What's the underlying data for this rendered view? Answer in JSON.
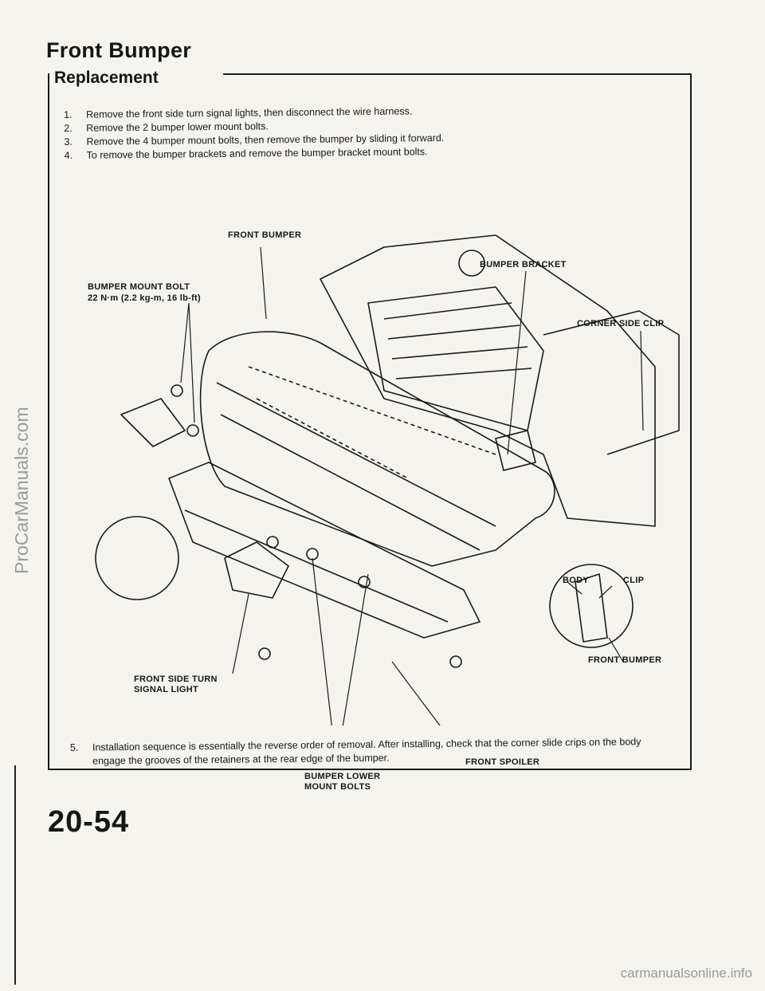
{
  "page": {
    "title": "Front Bumper",
    "section": "Replacement",
    "page_number": "20-54"
  },
  "steps": [
    {
      "num": "1.",
      "text": "Remove the front side turn signal lights, then disconnect the wire harness."
    },
    {
      "num": "2.",
      "text": "Remove the 2 bumper lower mount bolts."
    },
    {
      "num": "3.",
      "text": "Remove the 4 bumper mount bolts, then remove the bumper by sliding it forward."
    },
    {
      "num": "4.",
      "text": "To remove the bumper brackets and remove the bumper bracket mount bolts."
    }
  ],
  "final_step": {
    "num": "5.",
    "text": "Installation sequence is essentially the reverse order of removal. After installing, check that the corner slide crips on the body engage the grooves of the retainers at the rear edge of the bumper."
  },
  "callouts": {
    "front_bumper_top": "FRONT BUMPER",
    "bumper_bracket": "BUMPER BRACKET",
    "bumper_mount_bolt": "BUMPER MOUNT BOLT",
    "bumper_mount_bolt_torque": "22 N·m (2.2 kg-m, 16 lb-ft)",
    "corner_side_clip": "CORNER SIDE CLIP",
    "body": "BODY",
    "clip": "CLIP",
    "front_bumper_detail": "FRONT BUMPER",
    "front_side_turn_signal": "FRONT SIDE TURN\nSIGNAL LIGHT",
    "front_spoiler": "FRONT SPOILER",
    "bumper_lower_mount_bolts": "BUMPER LOWER\nMOUNT BOLTS"
  },
  "watermarks": {
    "side": "ProCarManuals.com",
    "bottom": "carmanualsonline.info"
  }
}
